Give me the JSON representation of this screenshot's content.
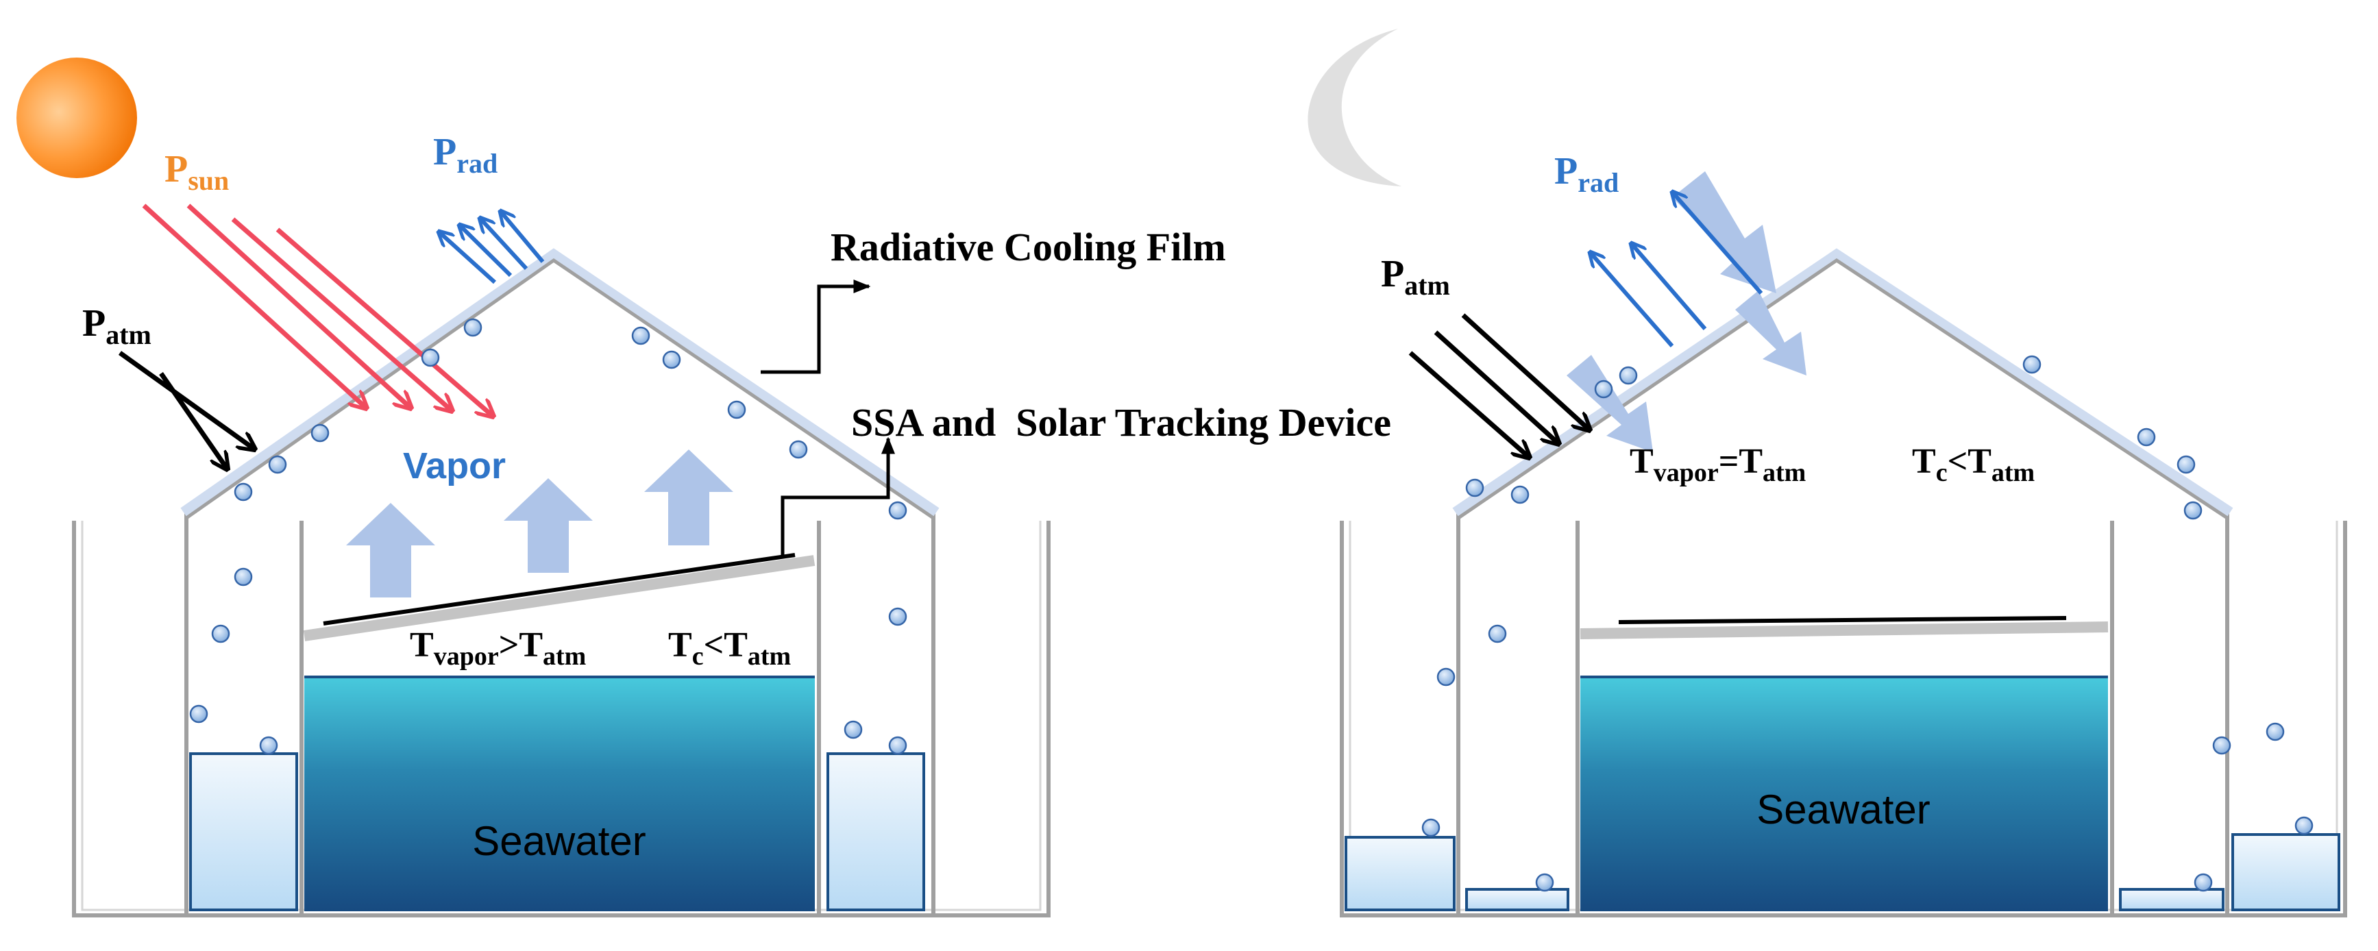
{
  "day_scene": {
    "p_sun": {
      "main": "P",
      "sub": "sun"
    },
    "p_rad": {
      "main": "P",
      "sub": "rad"
    },
    "p_atm": {
      "main": "P",
      "sub": "atm"
    },
    "vapor_label": "Vapor",
    "t_vapor": {
      "a": "T",
      "a_sub": "vapor",
      "op": ">",
      "b": "T",
      "b_sub": "atm"
    },
    "t_c": {
      "a": "T",
      "a_sub": "c",
      "op": "<",
      "b": "T",
      "b_sub": "atm"
    },
    "seawater_label": "Seawater"
  },
  "night_scene": {
    "p_rad": {
      "main": "P",
      "sub": "rad"
    },
    "p_atm": {
      "main": "P",
      "sub": "atm"
    },
    "t_vapor": {
      "a": "T",
      "a_sub": "vapor",
      "op": "=",
      "b": "T",
      "b_sub": "atm"
    },
    "t_c": {
      "a": "T",
      "a_sub": "c",
      "op": "<",
      "b": "T",
      "b_sub": "atm"
    },
    "seawater_label": "Seawater"
  },
  "callouts": {
    "film": "Radiative Cooling Film",
    "device": "SSA and  Solar Tracking Device"
  },
  "colors": {
    "sun_light": "#ffb060",
    "sun_dark": "#f07800",
    "sun_ray": "#f04a5e",
    "rad_arrow": "#2a6fcc",
    "label_orange": "#f08c2a",
    "label_blue": "#2f75c8",
    "vapor_arrow": "#aec4e8",
    "roof_film": "#cfdcf0",
    "frame": "#a0a0a0",
    "water_top": "#45c8dc",
    "water_bottom": "#1a4f86",
    "droplet": "#6d9fdc",
    "moon": "#e0e0e0"
  }
}
